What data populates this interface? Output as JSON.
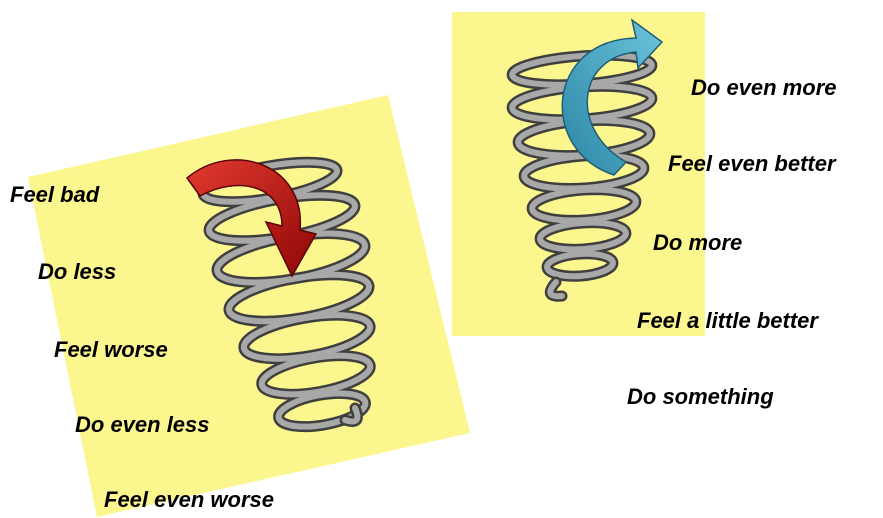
{
  "colors": {
    "panel_fill": "#fcf68e",
    "spring_metal": "#8a8a8a",
    "down_arrow": "#b40f0f",
    "up_arrow": "#3aa4c4"
  },
  "icons": {
    "left_spring": "coil-spring-icon",
    "right_spring": "coil-spring-icon",
    "left_arrow": "curved-arrow-down-icon",
    "right_arrow": "curved-arrow-up-icon"
  },
  "downward_spiral": {
    "steps": [
      "Feel bad",
      "Do less",
      "Feel worse",
      "Do even less",
      "Feel even worse"
    ]
  },
  "upward_spiral": {
    "steps": [
      "Do even more",
      "Feel even better",
      "Do more",
      "Feel a little better",
      "Do something"
    ]
  }
}
